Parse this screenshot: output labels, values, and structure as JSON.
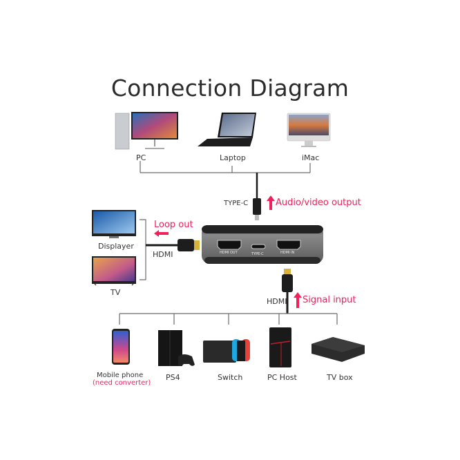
{
  "title": "Connection Diagram",
  "top_devices": [
    {
      "label": "PC",
      "icon": "desktop-pc-icon"
    },
    {
      "label": "Laptop",
      "icon": "laptop-icon"
    },
    {
      "label": "iMac",
      "icon": "imac-icon"
    }
  ],
  "top_cable": {
    "label": "TYPE-C",
    "direction_text": "Audio/video output"
  },
  "capture_device": {
    "ports": [
      "HDMI OUT",
      "TYPE-C",
      "HDMI IN"
    ]
  },
  "left_outputs": {
    "devices": [
      {
        "label": "Displayer",
        "icon": "monitor-icon"
      },
      {
        "label": "TV",
        "icon": "tv-icon"
      }
    ],
    "cable_label": "HDMI",
    "direction_text": "Loop out"
  },
  "bottom_input": {
    "cable_label": "HDMI",
    "direction_text": "Signal input"
  },
  "bottom_devices": [
    {
      "label": "Mobile phone",
      "note": "(need converter)",
      "icon": "mobile-phone-icon"
    },
    {
      "label": "PS4",
      "icon": "ps4-console-icon"
    },
    {
      "label": "Switch",
      "icon": "nintendo-switch-icon"
    },
    {
      "label": "PC Host",
      "icon": "pc-tower-icon"
    },
    {
      "label": "TV box",
      "icon": "tv-box-icon"
    }
  ],
  "colors": {
    "accent": "#f0205a",
    "line": "#6b6b6b",
    "cable": "#1a1a1a"
  }
}
